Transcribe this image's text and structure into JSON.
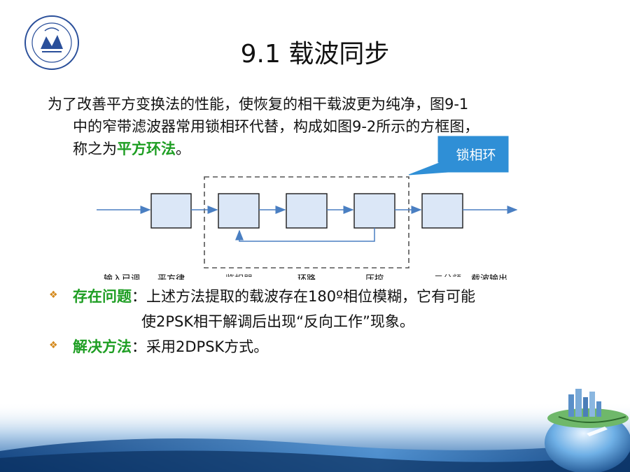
{
  "slide": {
    "title": "9.1 载波同步",
    "intro": {
      "line1": "为了改善平方变换法的性能，使恢复的相干载波更为纯净，图9-1",
      "line2": "中的窄带滤波器常用锁相环代替，构成如图9-2所示的方框图，",
      "line3_prefix": "称之为",
      "line3_highlight": "平方环法",
      "line3_suffix": "。"
    },
    "diagram": {
      "callout": "锁相环",
      "labels": [
        "输入已调",
        "平方律",
        "鉴相器",
        "环路",
        "压控",
        "二分频",
        "载波输出"
      ]
    },
    "bullets": [
      {
        "heading": "存在问题",
        "colon": "：",
        "text": "上述方法提取的载波存在180º相位模糊，它有可能",
        "continuation": "使2PSK相干解调后出现“反向工作”现象。"
      },
      {
        "heading": "解决方法",
        "colon": "：",
        "text": "采用2DPSK方式。"
      }
    ],
    "colors": {
      "highlight_green": "#1e9e23",
      "callout_blue": "#2f8fd6",
      "arrow_blue": "#4a7fc2",
      "bullet_orange": "#d48a1e"
    },
    "icons": [
      "university-logo-icon",
      "globe-city-icon",
      "diamond-bullet-icon"
    ]
  }
}
